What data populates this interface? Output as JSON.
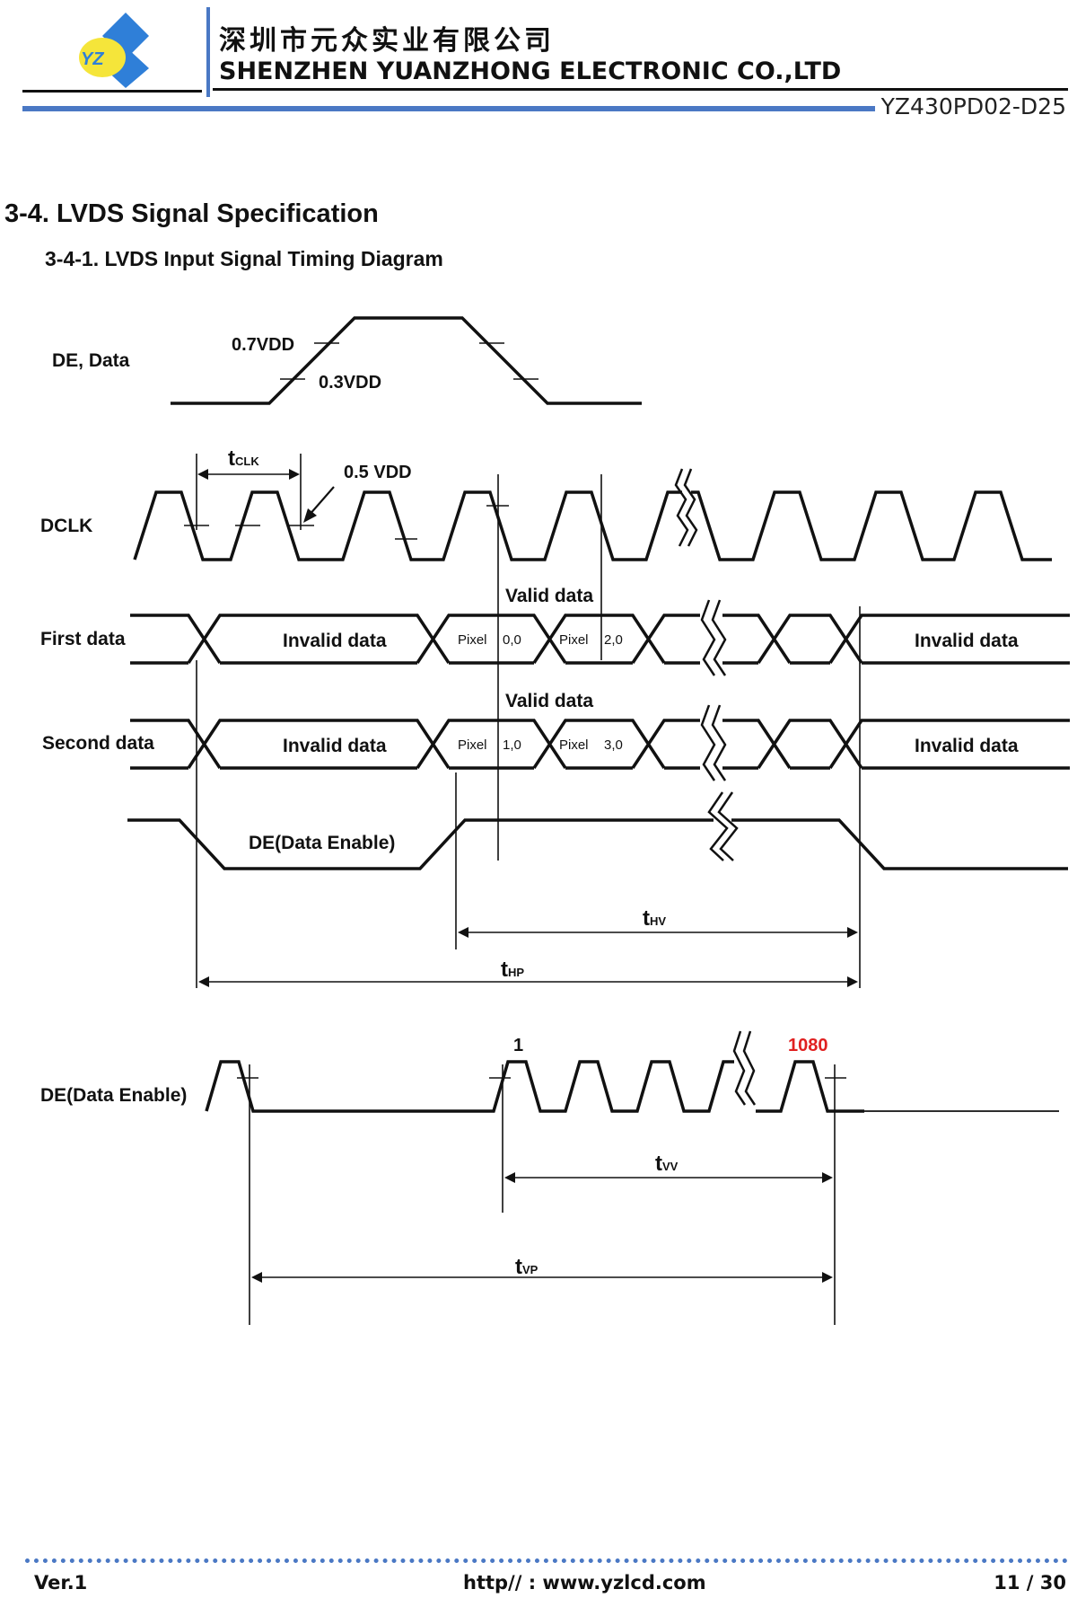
{
  "header": {
    "company_cn": "深圳市元众实业有限公司",
    "company_en": "SHENZHEN YUANZHONG ELECTRONIC CO.,LTD",
    "model_no": "YZ430PD02-D25",
    "logo_text": "YZ",
    "brand_color": "#4a78c4"
  },
  "section_title": "3-4. LVDS Signal Specification",
  "subsection_title": "3-4-1. LVDS Input Signal Timing Diagram",
  "diagram": {
    "de_data": {
      "label": "DE, Data",
      "high_level": "0.7VDD",
      "low_level": "0.3VDD"
    },
    "dclk": {
      "label": "DCLK",
      "period": {
        "main": "t",
        "sub": "CLK"
      },
      "mid_level": "0.5 VDD"
    },
    "first_data": {
      "label": "First data",
      "valid_label": "Valid data",
      "invalid_left": "Invalid data",
      "pixel_a_word": "Pixel",
      "pixel_a_index": "0,0",
      "pixel_b_word": "Pixel",
      "pixel_b_index": "2,0",
      "invalid_right": "Invalid data"
    },
    "second_data": {
      "label": "Second data",
      "valid_label": "Valid data",
      "invalid_left": "Invalid data",
      "pixel_a_word": "Pixel",
      "pixel_a_index": "1,0",
      "pixel_b_word": "Pixel",
      "pixel_b_index": "3,0",
      "invalid_right": "Invalid data"
    },
    "de_h": {
      "label": "DE(Data Enable)",
      "t_hv": {
        "main": "t",
        "sub": "HV"
      },
      "t_hp": {
        "main": "t",
        "sub": "HP"
      }
    },
    "de_v": {
      "label": "DE(Data Enable)",
      "first_line": "1",
      "last_line": "1080",
      "last_line_color": "#e02020",
      "t_vv": {
        "main": "t",
        "sub": "VV"
      },
      "t_vp": {
        "main": "t",
        "sub": "VP"
      }
    }
  },
  "footer": {
    "version": "Ver.1",
    "url": "http// : www.yzlcd.com",
    "page": "11 / 30"
  }
}
